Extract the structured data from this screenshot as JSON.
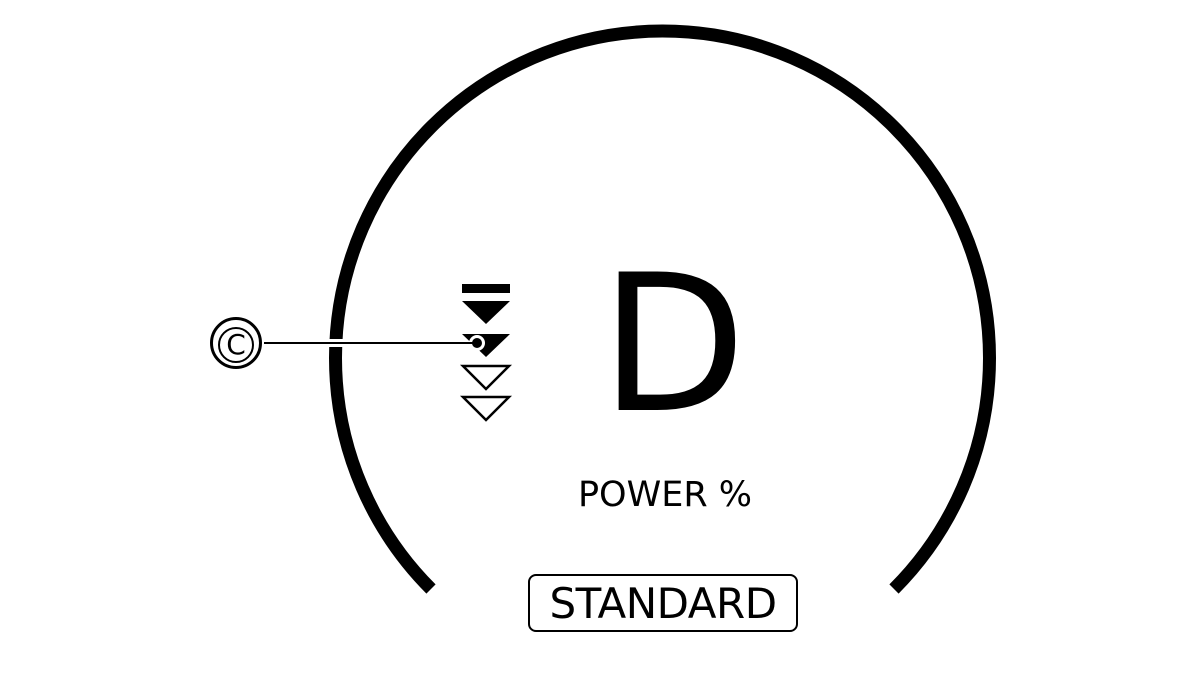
{
  "gauge": {
    "gear": "D",
    "label": "POWER %",
    "drive_mode": "STANDARD",
    "indicator_levels_total": 4,
    "indicator_levels_filled": 2
  },
  "callout": {
    "letter": "C"
  }
}
